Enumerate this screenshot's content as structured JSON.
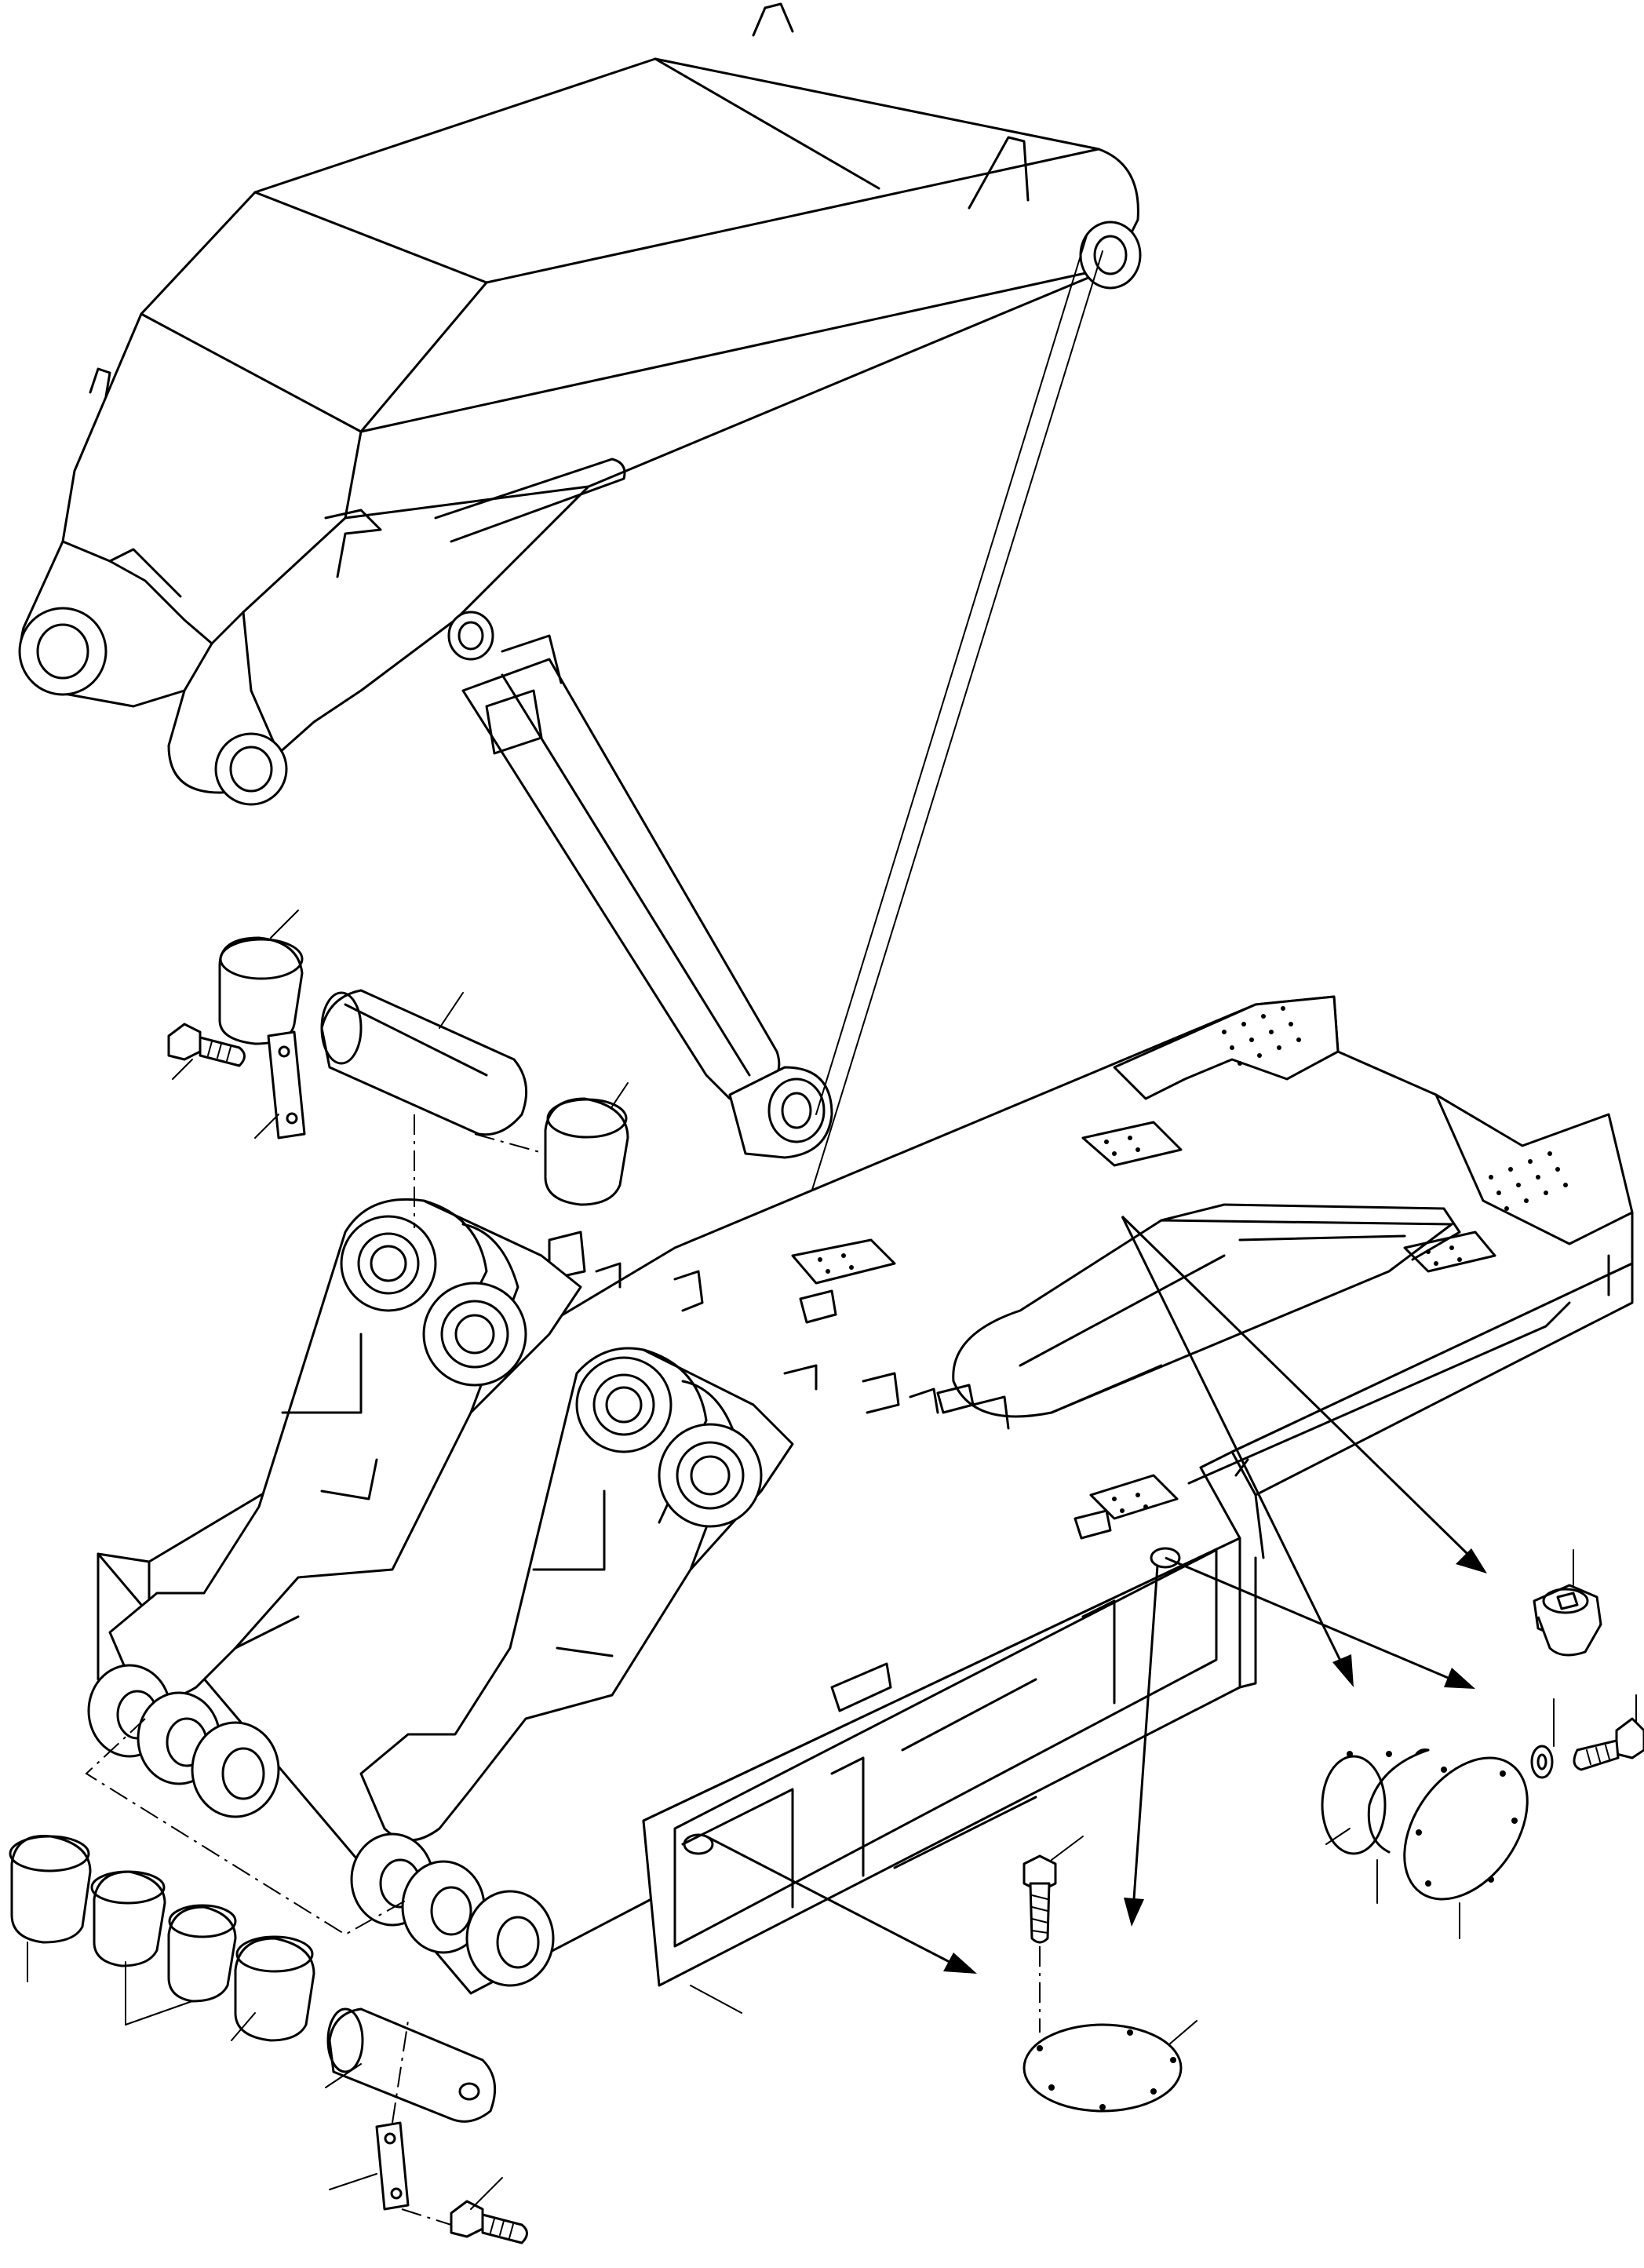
{
  "diagram": {
    "kind": "exploded-parts-view",
    "assemblies": [
      "boom",
      "boom-cylinder",
      "main-frame",
      "front-pin-set",
      "rear-pin-set",
      "frame-plug",
      "frame-cover-plate",
      "side-cover-assembly"
    ],
    "callout_labels": []
  },
  "colors": {
    "stroke": "#000000",
    "background": "#ffffff"
  }
}
